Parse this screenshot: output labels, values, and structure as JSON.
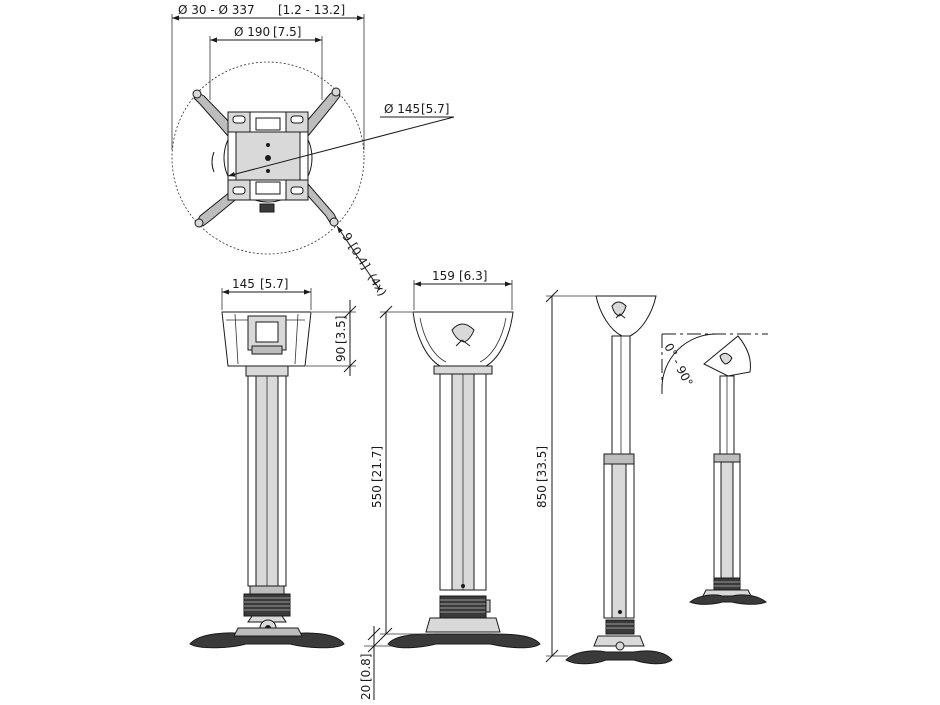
{
  "colors": {
    "line": "#1a1a1a",
    "shade_light": "#d9d9d9",
    "shade_mid": "#bdbdbd",
    "shade_dark": "#3a3a3a"
  },
  "top_view": {
    "clamp_range": {
      "label": "Ø 30 - Ø 337",
      "inch": "[1.2 - 13.2]"
    },
    "arm_span": {
      "label": "Ø 190",
      "inch": "[7.5]"
    },
    "plate_diameter": {
      "label": "Ø 145",
      "inch": "[5.7]"
    },
    "hole": {
      "label": "9",
      "inch": "[0.4]",
      "count": "(4x)"
    }
  },
  "side_view": {
    "width": {
      "label": "145",
      "inch": "[5.7]"
    },
    "cup_height": {
      "label": "90",
      "inch": "[3.5]"
    }
  },
  "front_view": {
    "width": {
      "label": "159",
      "inch": "[6.3]"
    },
    "min_length": {
      "label": "550",
      "inch": "[21.7]"
    },
    "base_height": {
      "label": "20",
      "inch": "[0.8]"
    }
  },
  "extended_view": {
    "max_length": {
      "label": "850",
      "inch": "[33.5]"
    }
  },
  "tilt_view": {
    "angle": {
      "label": "0° - 90°"
    }
  }
}
